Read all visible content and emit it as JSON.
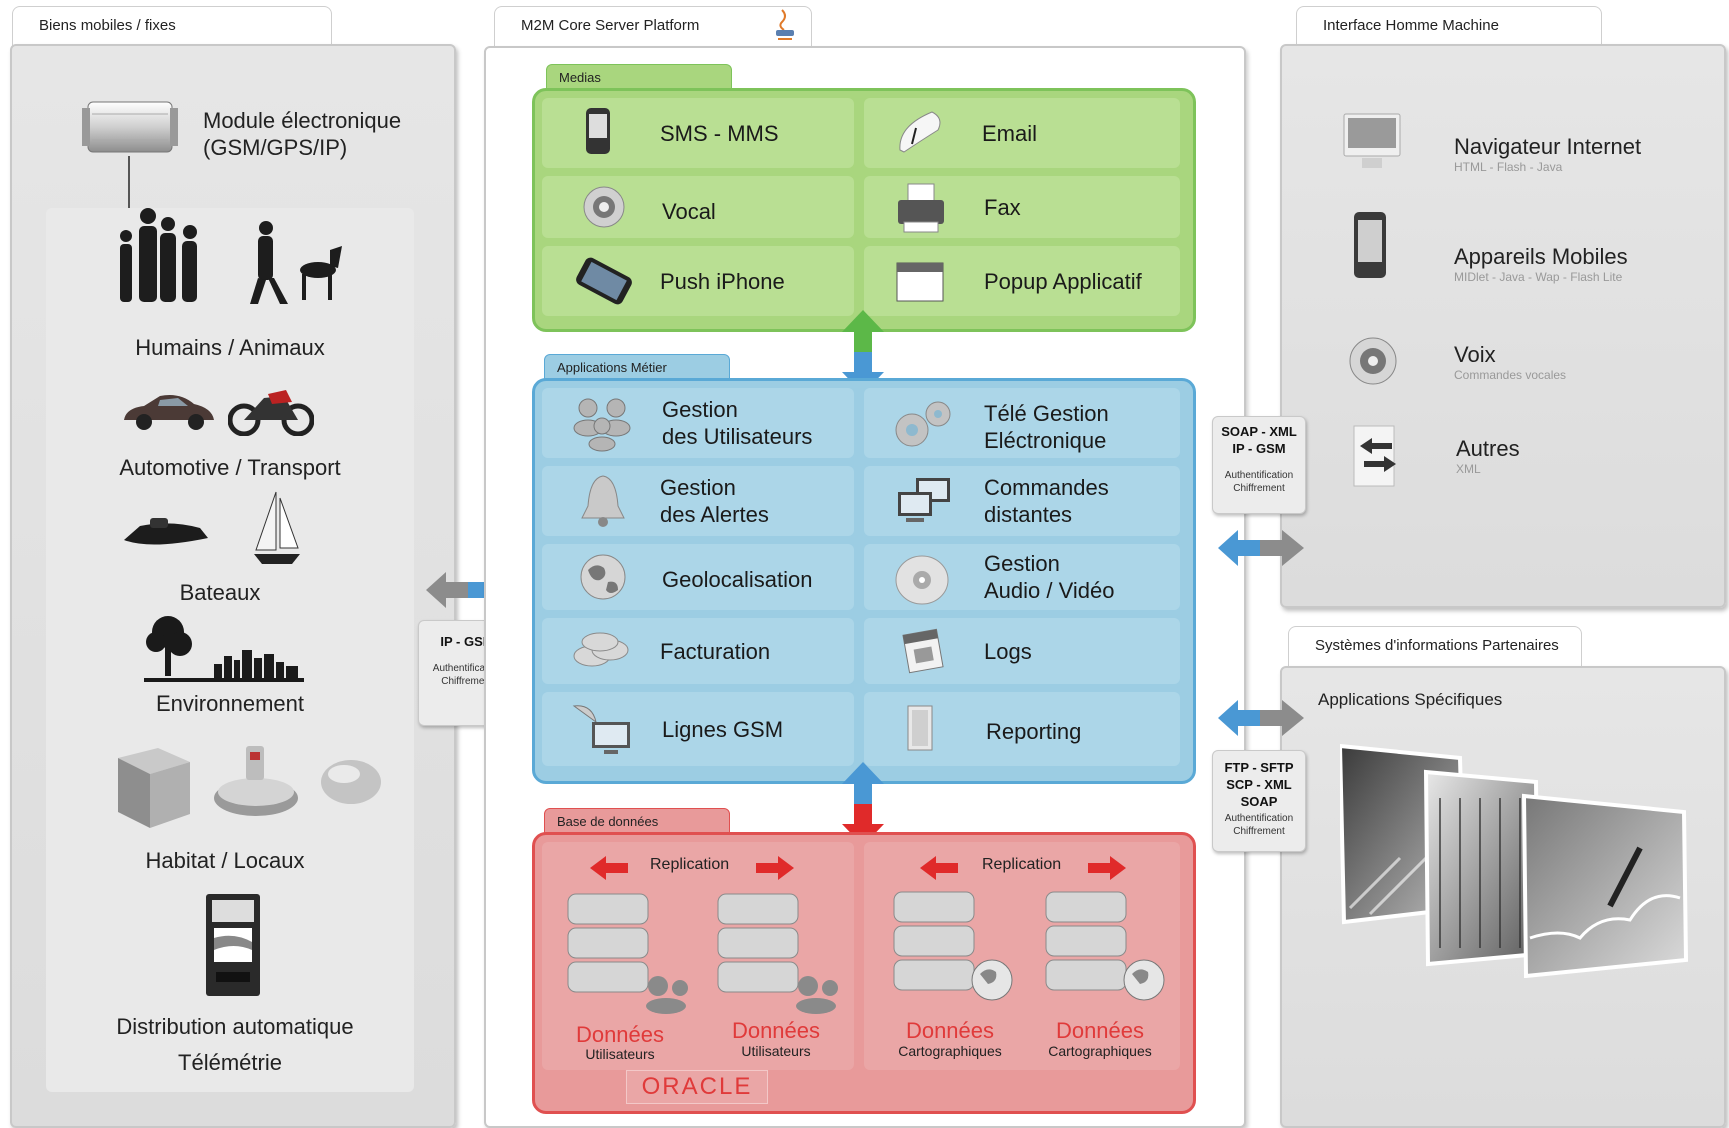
{
  "left": {
    "tab": "Biens mobiles / fixes",
    "module_label_1": "Module électronique",
    "module_label_2": "(GSM/GPS/IP)",
    "categories": [
      "Humains / Animaux",
      "Automotive / Transport",
      "Bateaux",
      "Environnement",
      "Habitat / Locaux",
      "Distribution automatique",
      "Télémétrie"
    ]
  },
  "center": {
    "tab": "M2M Core Server Platform",
    "medias": {
      "tab": "Medias",
      "items": [
        {
          "label": "SMS - MMS",
          "icon": "phone-icon"
        },
        {
          "label": "Email",
          "icon": "feather-icon"
        },
        {
          "label": "Vocal",
          "icon": "speaker-icon"
        },
        {
          "label": "Fax",
          "icon": "fax-icon"
        },
        {
          "label": "Push iPhone",
          "icon": "iphone-icon"
        },
        {
          "label": "Popup Applicatif",
          "icon": "window-icon"
        }
      ]
    },
    "applications": {
      "tab": "Applications Métier",
      "items": [
        {
          "line1": "Gestion",
          "line2": "des Utilisateurs",
          "icon": "users-icon"
        },
        {
          "line1": "Télé Gestion",
          "line2": "Eléctronique",
          "icon": "gears-icon"
        },
        {
          "line1": "Gestion",
          "line2": "des Alertes",
          "icon": "bell-icon"
        },
        {
          "line1": "Commandes",
          "line2": "distantes",
          "icon": "computers-icon"
        },
        {
          "line1": "Geolocalisation",
          "line2": "",
          "icon": "globe-icon"
        },
        {
          "line1": "Gestion",
          "line2": "Audio / Vidéo",
          "icon": "disc-icon"
        },
        {
          "line1": "Facturation",
          "line2": "",
          "icon": "coins-icon"
        },
        {
          "line1": "Logs",
          "line2": "",
          "icon": "calendar-icon"
        },
        {
          "line1": "Lignes GSM",
          "line2": "",
          "icon": "satellite-icon"
        },
        {
          "line1": "Reporting",
          "line2": "",
          "icon": "document-icon"
        }
      ]
    },
    "database": {
      "tab": "Base de données",
      "replication": "Replication",
      "groups": [
        {
          "title": "Données",
          "subtitle": "Utilisateurs"
        },
        {
          "title": "Données",
          "subtitle": "Utilisateurs"
        },
        {
          "title": "Données",
          "subtitle": "Cartographiques"
        },
        {
          "title": "Données",
          "subtitle": "Cartographiques"
        }
      ],
      "brand": "ORACLE"
    }
  },
  "protocols": {
    "left": {
      "title": "IP - GSM",
      "sub1": "Authentification",
      "sub2": "Chiffrement"
    },
    "right_top": {
      "title1": "SOAP - XML",
      "title2": "IP - GSM",
      "sub1": "Authentification",
      "sub2": "Chiffrement"
    },
    "right_bottom": {
      "title1": "FTP - SFTP",
      "title2": "SCP - XML",
      "title3": "SOAP",
      "sub1": "Authentification",
      "sub2": "Chiffrement"
    }
  },
  "ihm": {
    "tab": "Interface Homme Machine",
    "items": [
      {
        "title": "Navigateur Internet",
        "sub": "HTML - Flash - Java",
        "icon": "monitor-icon"
      },
      {
        "title": "Appareils Mobiles",
        "sub": "MIDlet - Java - Wap - Flash Lite",
        "icon": "mobile-icon"
      },
      {
        "title": "Voix",
        "sub": "Commandes vocales",
        "icon": "speaker-icon"
      },
      {
        "title": "Autres",
        "sub": "XML",
        "icon": "exchange-icon"
      }
    ]
  },
  "partners": {
    "tab": "Systèmes d'informations Partenaires",
    "title": "Applications Spécifiques"
  },
  "colors": {
    "green_frame": "#7ec35a",
    "green_cell": "#a9d67e",
    "blue_frame": "#5aa9d6",
    "blue_cell": "#9ccde3",
    "red_frame": "#e05050",
    "red_cell": "#e89a9a",
    "red_text": "#e03a3a"
  }
}
